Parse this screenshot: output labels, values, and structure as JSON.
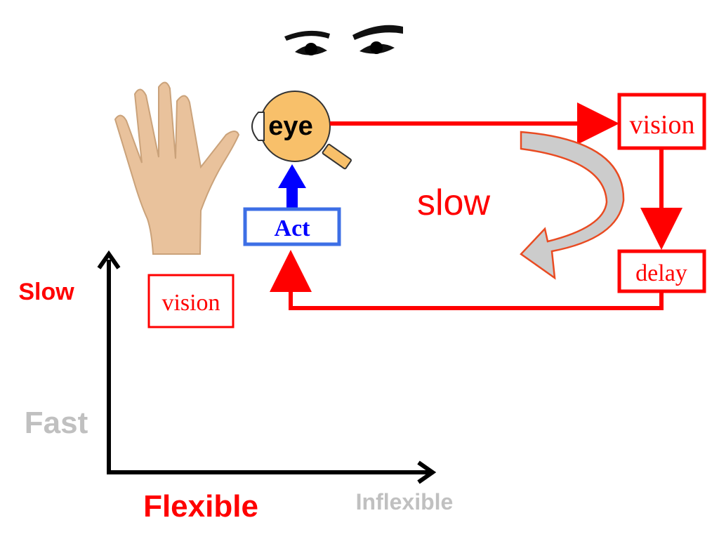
{
  "colors": {
    "red": "#ff0000",
    "blue": "#0000ff",
    "act_border": "#3d6fe6",
    "eye_fill": "#f8c06a",
    "grey_label": "#c0c0c0",
    "black": "#000000",
    "skin": "#e9c29c",
    "curved_arrow_fill": "#cccccc",
    "curved_arrow_stroke": "#e94b22"
  },
  "icons": {
    "eyes": "eyes-icon",
    "hand": "hand-icon",
    "eyeball": "eyeball-icon"
  },
  "labels": {
    "eye": "eye",
    "act": "Act",
    "vision_top": "vision",
    "delay": "delay",
    "slow_loop": "slow",
    "vision_small": "vision",
    "axis_slow": "Slow",
    "axis_fast": "Fast",
    "axis_flexible": "Flexible",
    "axis_inflexible": "Inflexible"
  }
}
